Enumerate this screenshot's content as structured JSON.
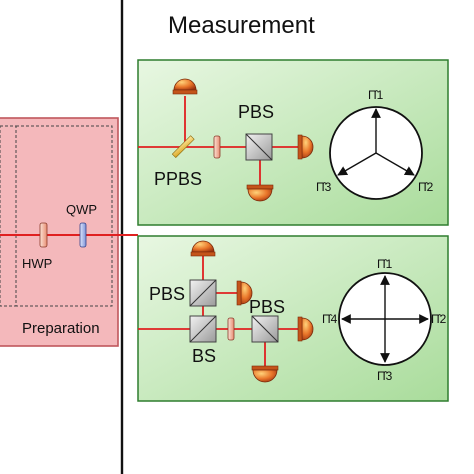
{
  "title": "Measurement",
  "preparation": {
    "label": "Preparation",
    "hwp_label": "HWP",
    "qwp_label": "QWP"
  },
  "panel_top": {
    "ppbs_label": "PPBS",
    "pbs_label": "PBS",
    "povm": [
      "Π̂1",
      "Π̂2",
      "Π̂3"
    ]
  },
  "panel_bottom": {
    "pbs_left_label": "PBS",
    "pbs_right_label": "PBS",
    "bs_label": "BS",
    "povm": [
      "Π̂1",
      "Π̂2",
      "Π̂3",
      "Π̂4"
    ]
  },
  "colors": {
    "beam": "#e02020",
    "prep_fill": "#f4b8bb",
    "prep_border": "#c0565c",
    "panel_fill_top": "#dff3d8",
    "panel_fill_bottom": "#b9e3ad",
    "panel_border": "#2f7d2f",
    "detector_orange": "#e9762a",
    "detector_dark": "#a13c10",
    "waveplate_fill": "#f7c8b4",
    "qwp_fill": "#b8c8ef"
  }
}
